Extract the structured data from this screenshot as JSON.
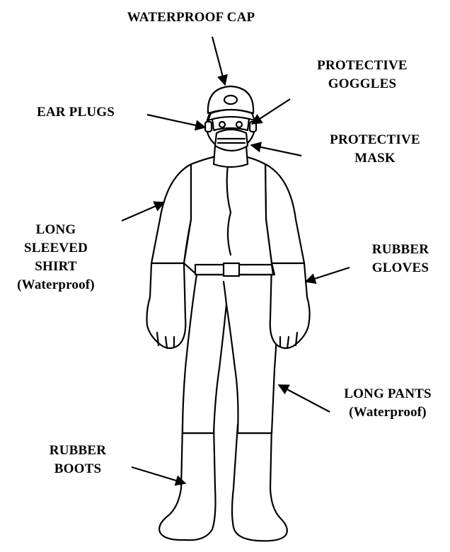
{
  "labels": {
    "waterproof_cap": [
      "WATERPROOF CAP"
    ],
    "protective_goggles": [
      "PROTECTIVE",
      "GOGGLES"
    ],
    "ear_plugs": [
      "EAR PLUGS"
    ],
    "protective_mask": [
      "PROTECTIVE",
      "MASK"
    ],
    "long_sleeved_shirt": [
      "LONG",
      "SLEEVED",
      "SHIRT",
      "(Waterproof)"
    ],
    "rubber_gloves": [
      "RUBBER",
      "GLOVES"
    ],
    "long_pants": [
      "LONG PANTS",
      "(Waterproof)"
    ],
    "rubber_boots": [
      "RUBBER",
      "BOOTS"
    ]
  },
  "colors": {
    "line": "#000000",
    "fill": "#ffffff"
  }
}
